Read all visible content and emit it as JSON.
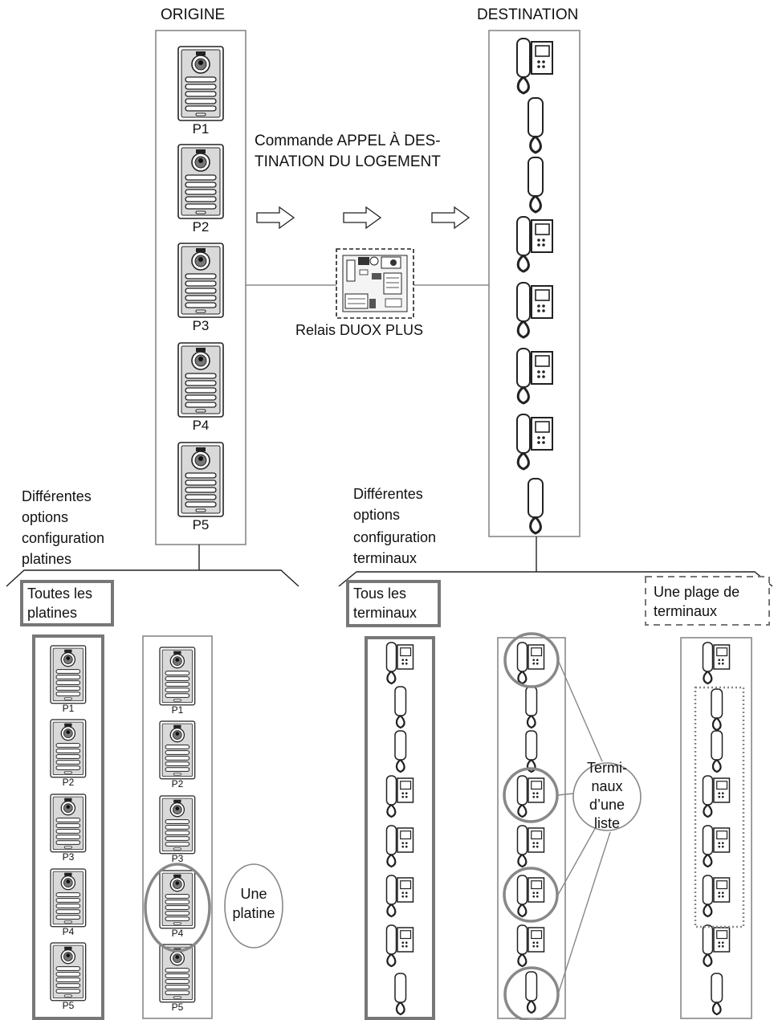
{
  "headers": {
    "origin": "ORIGINE",
    "destination": "DESTINATION"
  },
  "command": {
    "line1": "Commande APPEL À DES-",
    "line2": "TINATION DU LOGEMENT"
  },
  "relay": {
    "label": "Relais DUOX PLUS"
  },
  "panel_labels": [
    "P1",
    "P2",
    "P3",
    "P4",
    "P5"
  ],
  "options_panels": [
    "Différentes",
    "options",
    "configuration",
    "platines"
  ],
  "options_terminals": [
    "Différentes",
    "options",
    "configuration",
    "terminaux"
  ],
  "box_all_panels": [
    "Toutes les",
    "platines"
  ],
  "box_all_terminals": [
    "Tous les",
    "terminaux"
  ],
  "box_range": [
    "Une plage de",
    "terminaux"
  ],
  "bubble_one_panel": [
    "Une",
    "platine"
  ],
  "bubble_list": [
    "Termi-",
    "naux",
    "d’une",
    "liste"
  ],
  "destination_sequence": [
    "monitor",
    "handset",
    "handset",
    "monitor",
    "monitor",
    "monitor",
    "monitor",
    "handset"
  ],
  "colors": {
    "frame": "#888888",
    "thick_frame": "#777777",
    "line": "#222222",
    "panel_face": "#d9d9d9"
  }
}
